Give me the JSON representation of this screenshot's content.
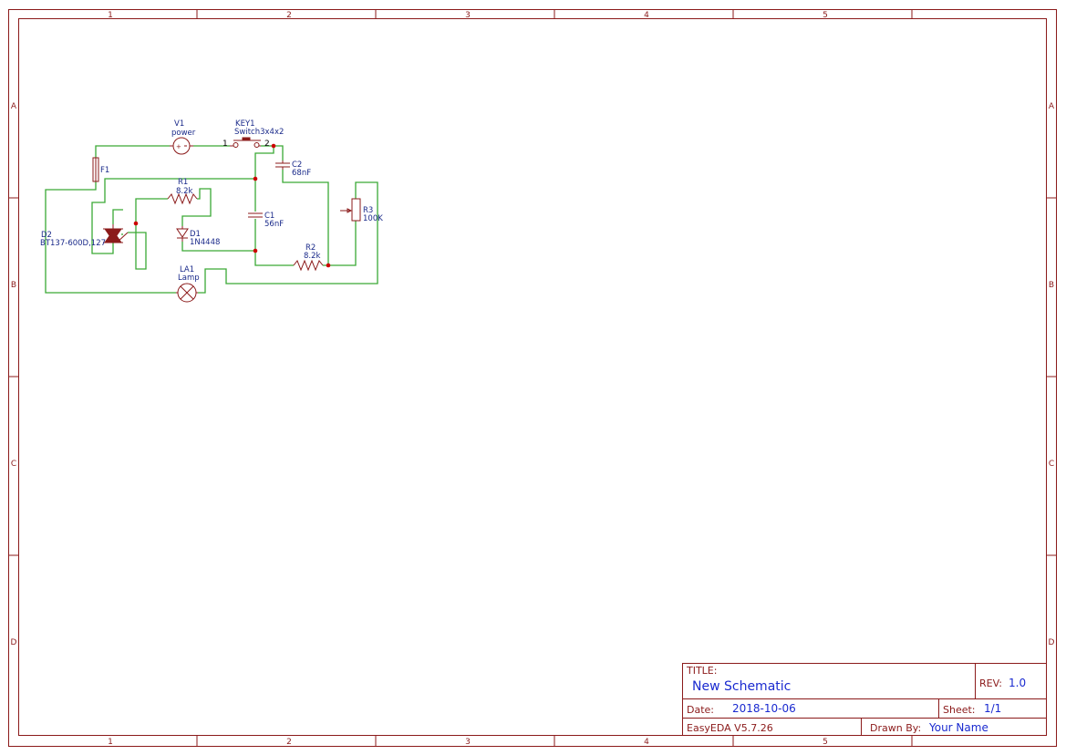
{
  "zones": {
    "columns": [
      "1",
      "2",
      "3",
      "4",
      "5"
    ],
    "rows": [
      "A",
      "B",
      "C",
      "D"
    ]
  },
  "components": {
    "V1": {
      "ref": "V1",
      "value": "power"
    },
    "KEY1": {
      "ref": "KEY1",
      "value": "Switch3x4x2",
      "pin1": "1",
      "pin2": "2"
    },
    "F1": {
      "ref": "F1"
    },
    "C2": {
      "ref": "C2",
      "value": "68nF"
    },
    "R1": {
      "ref": "R1",
      "value": "8.2k"
    },
    "R3": {
      "ref": "R3",
      "value": "100K"
    },
    "C1": {
      "ref": "C1",
      "value": "56nF"
    },
    "D1": {
      "ref": "D1",
      "value": "1N4448"
    },
    "D2": {
      "ref": "D2",
      "value": "BT137-600D,127"
    },
    "R2": {
      "ref": "R2",
      "value": "8.2k"
    },
    "LA1": {
      "ref": "LA1",
      "value": "Lamp"
    }
  },
  "title_block": {
    "title_key": "TITLE:",
    "title": "New Schematic",
    "rev_key": "REV:",
    "rev": "1.0",
    "date_key": "Date:",
    "date": "2018-10-06",
    "sheet_key": "Sheet:",
    "sheet": "1/1",
    "software": "EasyEDA V5.7.26",
    "drawn_key": "Drawn By:",
    "drawn_by": "Your Name"
  },
  "colors": {
    "frame": "#8b1a1a",
    "wire": "#3aa935",
    "label": "#1a2a8a",
    "junction": "#cc0000",
    "title_value": "#1a2ad0"
  }
}
